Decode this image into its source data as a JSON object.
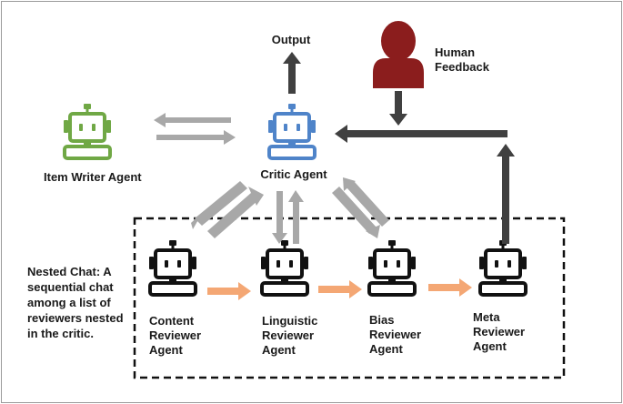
{
  "labels": {
    "output": "Output",
    "human_feedback": "Human\nFeedback",
    "item_writer": "Item Writer Agent",
    "critic": "Critic Agent",
    "nested_chat_note": "Nested Chat: A\nsequential chat\namong a list of\nreviewers nested\nin the critic.",
    "content_reviewer": "Content\nReviewer\nAgent",
    "linguistic_reviewer": "Linguistic\nReviewer\nAgent",
    "bias_reviewer": "Bias\nReviewer\nAgent",
    "meta_reviewer": "Meta\nReviewer\nAgent"
  },
  "colors": {
    "item_writer_robot": "#70a845",
    "critic_robot": "#4f84c9",
    "reviewer_robot": "#111111",
    "human": "#8b1d1d",
    "dark_arrow": "#404040",
    "light_arrow": "#a8a8a8",
    "orange_arrow": "#f4a774",
    "dashed_border": "#111111"
  },
  "icons": {
    "human": "person-icon",
    "robots": "robot-icon"
  }
}
